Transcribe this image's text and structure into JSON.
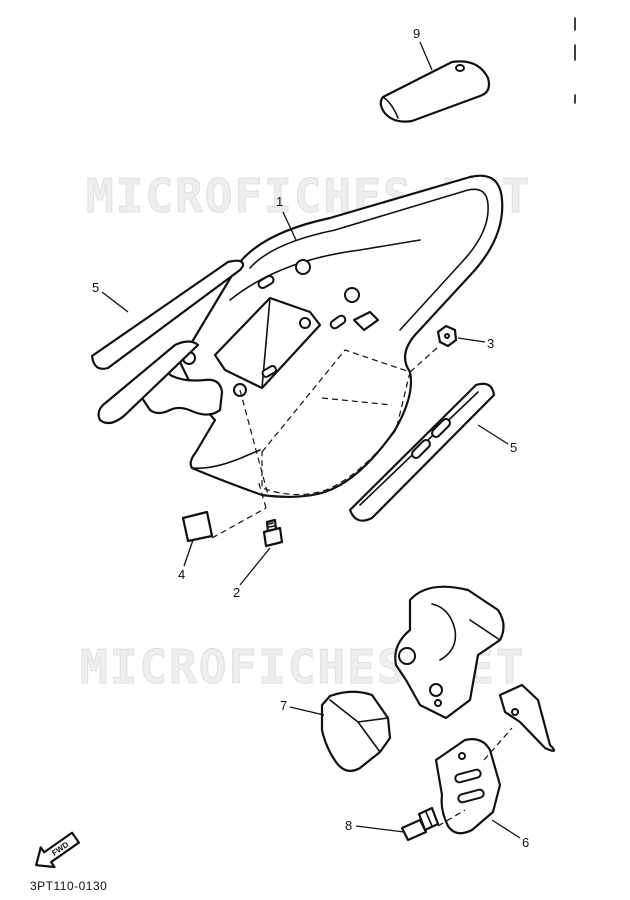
{
  "watermark": "MICROFICHES.NET",
  "diagram_code": "3PT110-0130",
  "fwd_label": "FWD",
  "callouts": {
    "p1": "1",
    "p2": "2",
    "p3": "3",
    "p4": "4",
    "p5_left": "5",
    "p5_right": "5",
    "p6": "6",
    "p7": "7",
    "p8": "8",
    "p9": "9"
  }
}
